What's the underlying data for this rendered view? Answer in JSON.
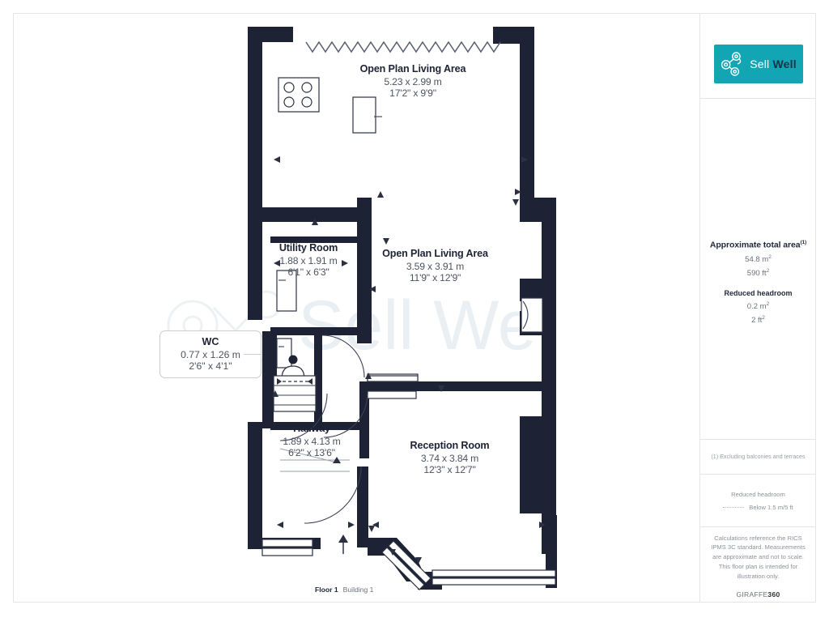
{
  "brand": {
    "logo_text_1": "Sell",
    "logo_text_2": "Well",
    "logo_color": "#12a6b5",
    "logo_icon": "sell-well-knot-icon",
    "watermark_text": "Sell Well"
  },
  "wall_color": "#1d2335",
  "plan": {
    "floor_label": "Floor 1",
    "building_label": "Building 1",
    "entrance_icon": "entrance-arrow-icon",
    "north_icon": "",
    "rooms": [
      {
        "id": "open-plan-living-area-top",
        "name": "Open Plan Living Area",
        "dim_metric": "5.23 x 2.99 m",
        "dim_imperial": "17'2\" x 9'9\""
      },
      {
        "id": "utility-room",
        "name": "Utility Room",
        "dim_metric": "1.88 x 1.91 m",
        "dim_imperial": "6'1\" x 6'3\""
      },
      {
        "id": "open-plan-living-area-mid",
        "name": "Open Plan Living Area",
        "dim_metric": "3.59 x 3.91 m",
        "dim_imperial": "11'9\" x 12'9\""
      },
      {
        "id": "wc",
        "name": "WC",
        "dim_metric": "0.77 x 1.26 m",
        "dim_imperial": "2'6\" x 4'1\""
      },
      {
        "id": "hallway",
        "name": "Hallway",
        "dim_metric": "1.89 x 4.13 m",
        "dim_imperial": "6'2\" x 13'6\""
      },
      {
        "id": "reception-room",
        "name": "Reception Room",
        "dim_metric": "3.74 x 3.84 m",
        "dim_imperial": "12'3\" x 12'7\""
      }
    ]
  },
  "side_panel": {
    "area_title": "Approximate total area",
    "area_footnote_marker": "(1)",
    "area_metric": "54.8 m",
    "area_metric_sup": "2",
    "area_imperial": "590 ft",
    "area_imperial_sup": "2",
    "reduced_headroom_title": "Reduced headroom",
    "reduced_headroom_metric": "0.2 m",
    "reduced_headroom_metric_sup": "2",
    "reduced_headroom_imperial": "2 ft",
    "reduced_headroom_imperial_sup": "2",
    "footnote_1": "(1) Excluding balconies and terraces",
    "legend_title": "Reduced headroom",
    "legend_label": "Below 1.5 m/5 ft",
    "disclaimer": "Calculations reference the RICS IPMS 3C standard. Measurements are approximate and not to scale. This floor plan is intended for illustration only.",
    "provider_1": "GIRAFFE",
    "provider_2": "360"
  }
}
